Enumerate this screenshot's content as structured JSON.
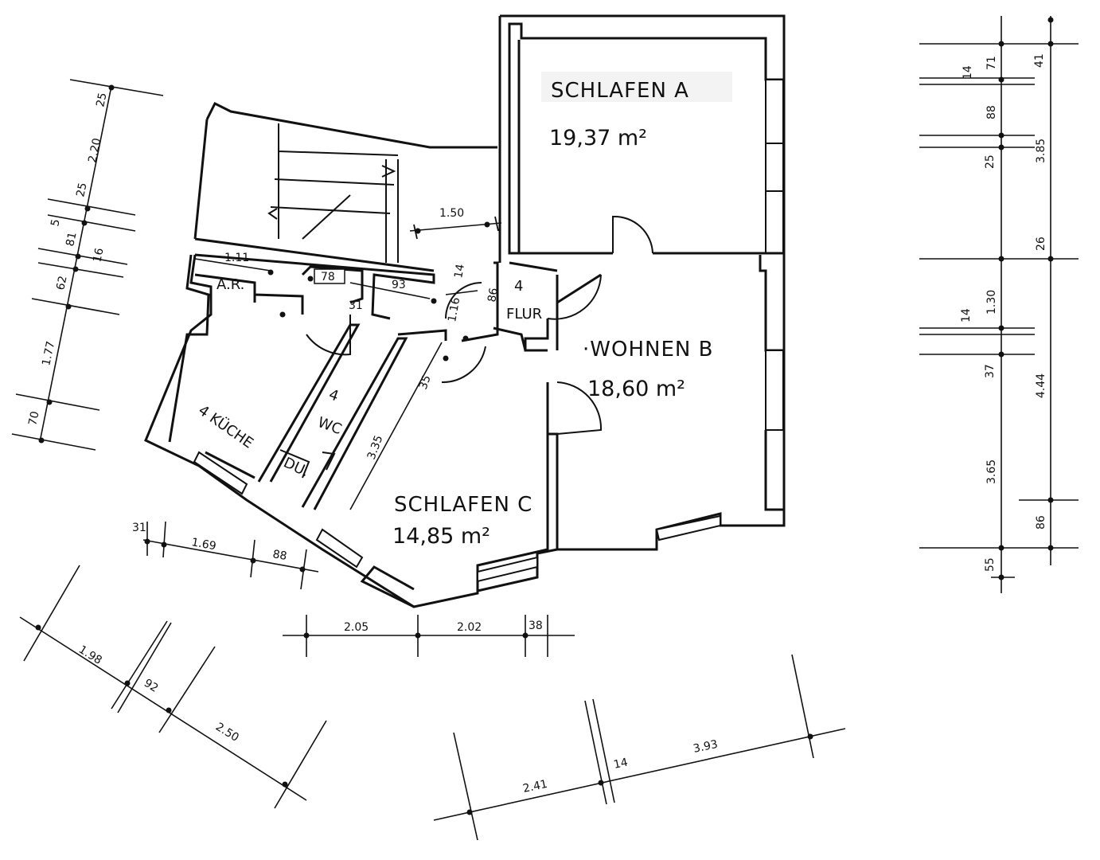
{
  "rooms": {
    "schlafen_a": {
      "name": "SCHLAFEN  A",
      "area": "19,37 m²"
    },
    "wohnen_b": {
      "name": "·WOHNEN B",
      "area": "18,60 m²"
    },
    "schlafen_c": {
      "name": "SCHLAFEN C",
      "area": "14,85 m²"
    },
    "kueche": {
      "name": "4 KÜCHE"
    },
    "wc": {
      "name": "WC",
      "num": "4"
    },
    "du": {
      "name": "DU."
    },
    "ar": {
      "name": "A.R."
    },
    "flur": {
      "name": "FLUR",
      "num": "4"
    }
  },
  "interior_dims": {
    "d_150": "1.50",
    "d_111": "1.11",
    "d_78": "78",
    "d_93": "93",
    "d_31": "31",
    "d_14": "14",
    "d_86": "86",
    "d_116": "1.16",
    "d_335": "3.35",
    "d_35": "35"
  },
  "left_dims": [
    "25",
    "2.20",
    "25",
    "5",
    "81",
    "16",
    "62",
    "1.77",
    "70"
  ],
  "right_dims_inner": [
    "14",
    "71",
    "88",
    "25",
    "14",
    "37",
    "3.65",
    "55"
  ],
  "right_dims_outer": [
    "41",
    "3.85",
    "26",
    "1.30",
    "4.44",
    "86"
  ],
  "bottom_dims_a": [
    "31",
    "1.69",
    "88"
  ],
  "bottom_dims_b": [
    "2.05",
    "2.02",
    "38"
  ],
  "bottom_dims_c": [
    "1.98",
    "92",
    "2.50"
  ],
  "bottom_dims_d": [
    "2.41",
    "14",
    "3.93"
  ]
}
